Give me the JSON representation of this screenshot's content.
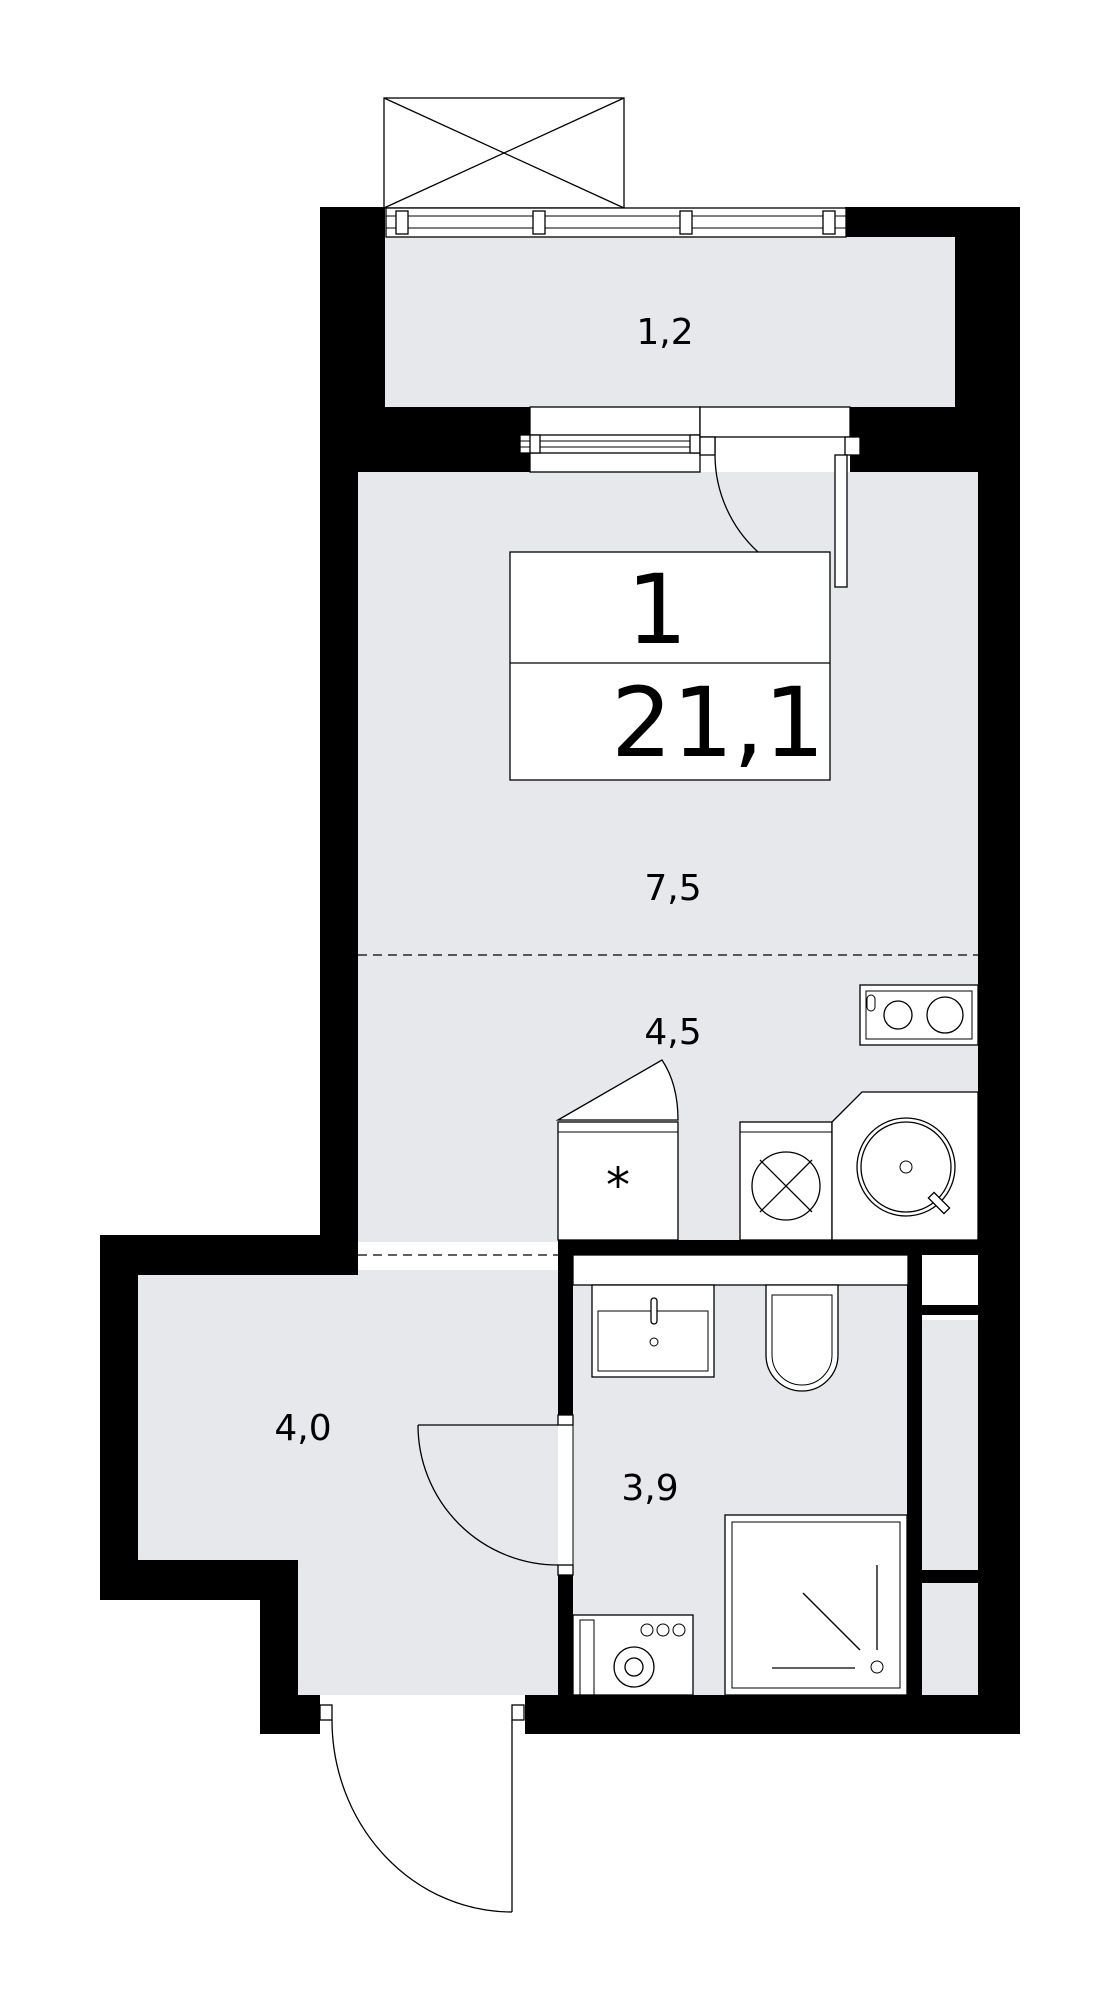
{
  "plan": {
    "rooms_label": "1",
    "total_area": "21,1",
    "areas": {
      "balcony": "1,2",
      "living": "7,5",
      "kitchen": "4,5",
      "hall": "4,0",
      "bathroom": "3,9"
    }
  },
  "colors": {
    "wall": "#000000",
    "floor": "#e7e8eb",
    "background": "#ffffff"
  }
}
